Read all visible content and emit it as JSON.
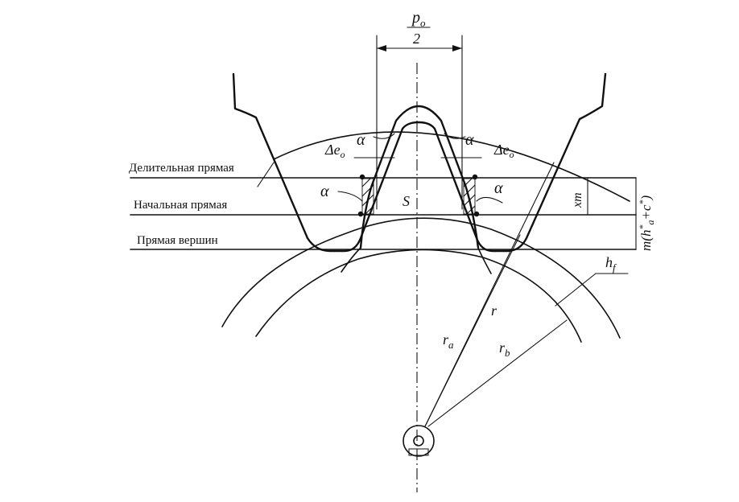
{
  "labels": {
    "pitch_line": "Делительная прямая",
    "initial_line": "Начальная прямая",
    "tip_line": "Прямая вершин"
  },
  "symbols": {
    "pitch_top": "p",
    "pitch_top_sub": "o",
    "pitch_bottom": "2",
    "alpha": "α",
    "delta_e": "Δe",
    "delta_e_sub": "o",
    "s": "S",
    "xm": "xm",
    "m_expr": "m(h",
    "m_expr_sup1": "*",
    "m_expr_sub": "a",
    "m_expr_mid": "+c",
    "m_expr_sup2": "*",
    "m_expr_end": ")",
    "h": "h",
    "h_sub": "f",
    "r": "r",
    "ra": "r",
    "ra_sub": "a",
    "rb": "r",
    "rb_sub": "b"
  }
}
